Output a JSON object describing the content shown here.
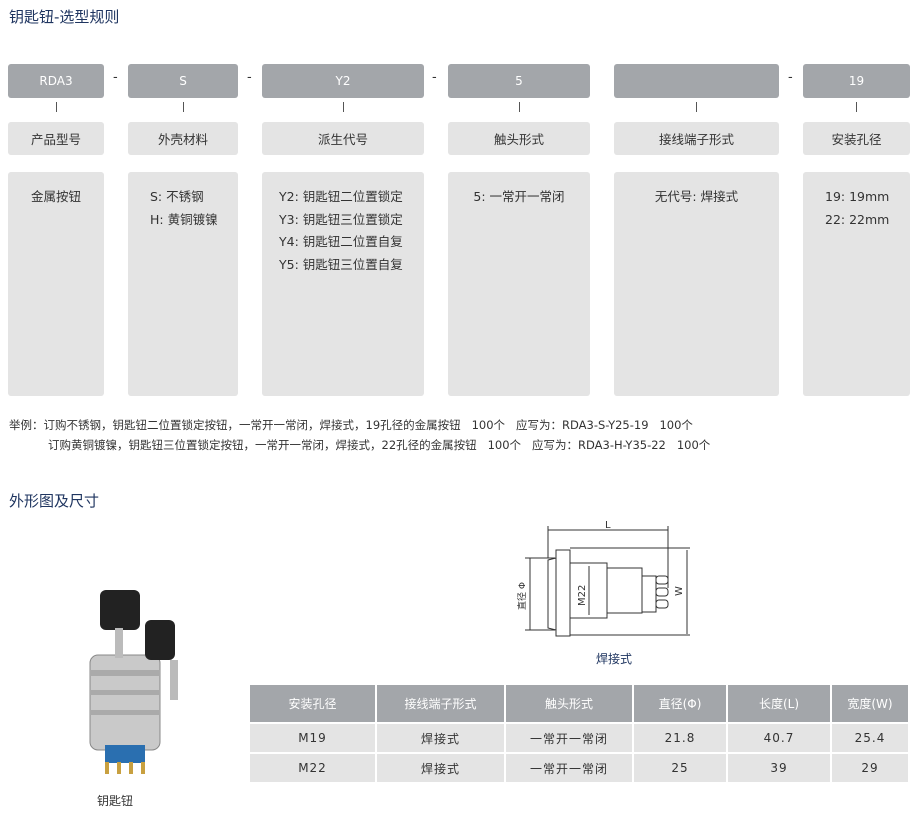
{
  "section1_title": "钥匙钮-选型规则",
  "codes": [
    "RDA3",
    "S",
    "Y2",
    "5",
    "",
    "19"
  ],
  "separators": [
    "-",
    "-",
    "-",
    "-"
  ],
  "labels": [
    "产品型号",
    "外壳材料",
    "派生代号",
    "触头形式",
    "接线端子形式",
    "安装孔径"
  ],
  "details": [
    [
      "金属按钮"
    ],
    [
      "S: 不锈钢",
      "H: 黄铜镀镍"
    ],
    [
      "Y2: 钥匙钮二位置锁定",
      "Y3: 钥匙钮三位置锁定",
      "Y4: 钥匙钮二位置自复",
      "Y5: 钥匙钮三位置自复"
    ],
    [
      "5: 一常开一常闭"
    ],
    [
      "无代号: 焊接式"
    ],
    [
      "19: 19mm",
      "22: 22mm"
    ]
  ],
  "example": {
    "line1": "举例：订购不锈钢，钥匙钮二位置锁定按钮，一常开一常闭，焊接式，19孔径的金属按钮   100个   应写为：RDA3-S-Y25-19   100个",
    "line2": "订购黄铜镀镍，钥匙钮三位置锁定按钮，一常开一常闭，焊接式，22孔径的金属按钮   100个   应写为：RDA3-H-Y35-22   100个"
  },
  "section2_title": "外形图及尺寸",
  "product_caption": "钥匙钮",
  "drawing": {
    "L": "L",
    "W": "W",
    "M": "M22",
    "dia": "直径 Φ",
    "caption": "焊接式"
  },
  "table": {
    "headers": [
      "安装孔径",
      "接线端子形式",
      "触头形式",
      "直径(Φ)",
      "长度(L)",
      "宽度(W)"
    ],
    "rows": [
      [
        "M19",
        "焊接式",
        "一常开一常闭",
        "21.8",
        "40.7",
        "25.4"
      ],
      [
        "M22",
        "焊接式",
        "一常开一常闭",
        "25",
        "39",
        "29"
      ]
    ]
  }
}
